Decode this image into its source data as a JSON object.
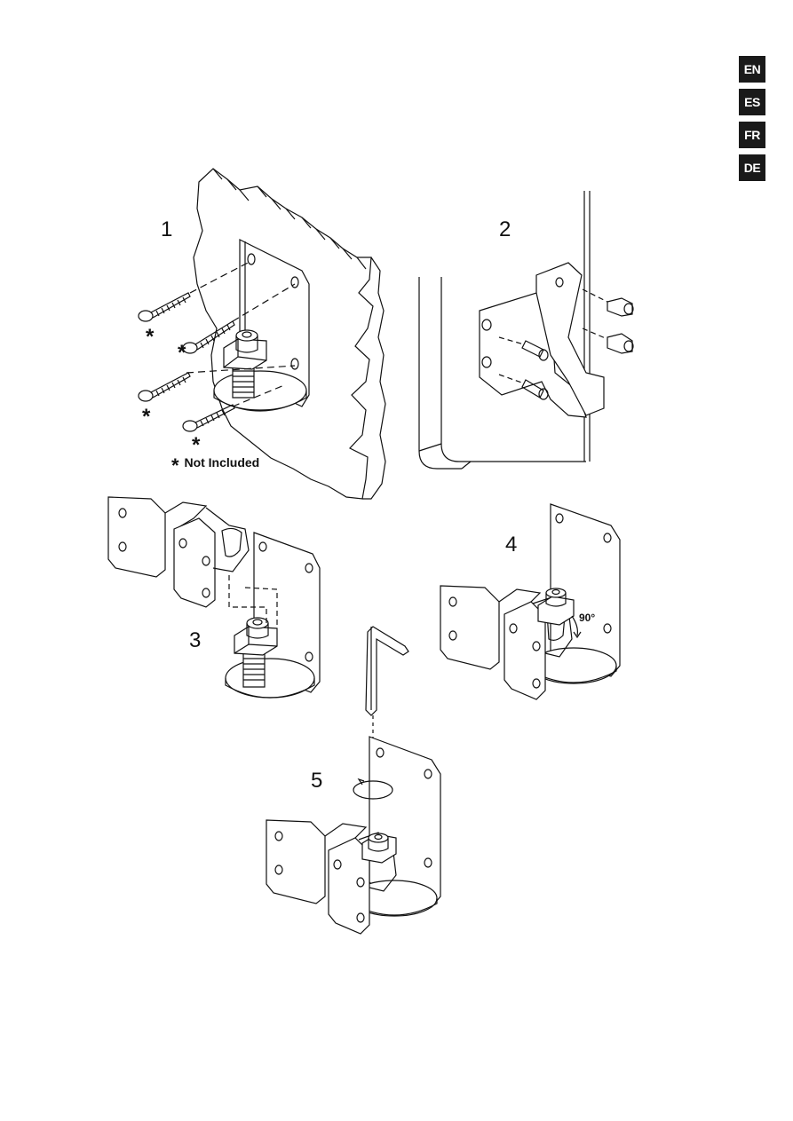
{
  "language_tabs": [
    {
      "code": "EN"
    },
    {
      "code": "ES"
    },
    {
      "code": "FR"
    },
    {
      "code": "DE"
    }
  ],
  "steps": [
    {
      "number": "1"
    },
    {
      "number": "2"
    },
    {
      "number": "3"
    },
    {
      "number": "4"
    },
    {
      "number": "5"
    }
  ],
  "not_included_mark": "*",
  "not_included_note": "Not Included",
  "angle_marking": "90°"
}
